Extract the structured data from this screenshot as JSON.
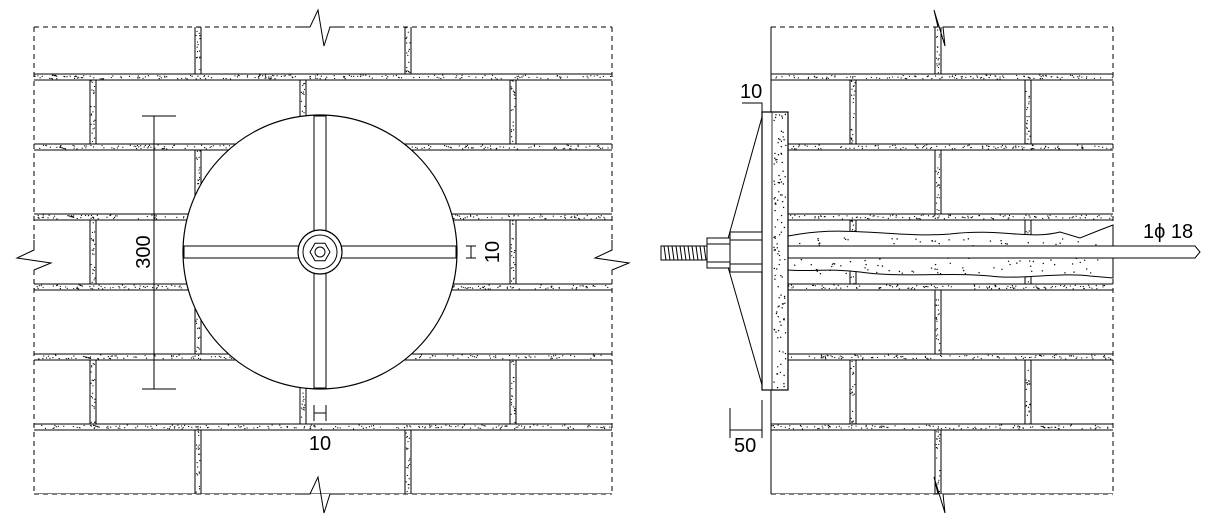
{
  "front_view": {
    "diameter_label": "300",
    "rib_thickness_right_label": "10",
    "rib_thickness_bottom_label": "10"
  },
  "section_view": {
    "plate_thickness_label": "10",
    "offset_label": "50",
    "rebar_label": "1ϕ 18"
  },
  "colors": {
    "line": "#000000",
    "background": "#ffffff",
    "mortar_dots": "#000000"
  }
}
